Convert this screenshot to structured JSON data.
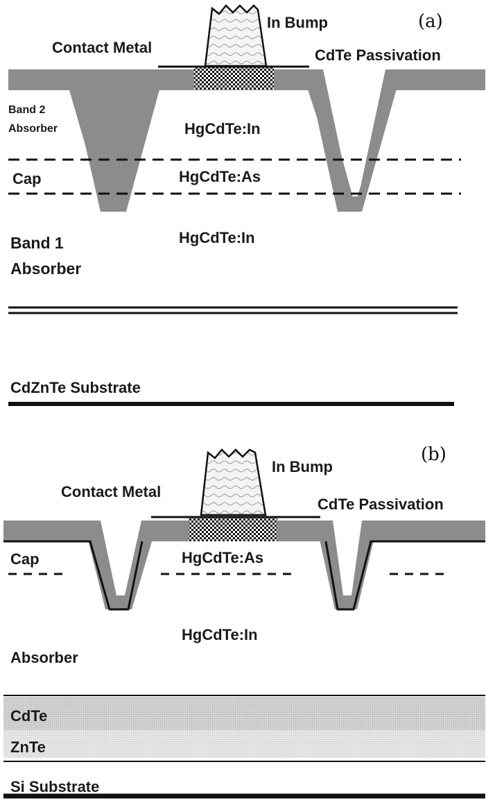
{
  "panel_a": {
    "tag": "(a)",
    "in_bump": "In Bump",
    "contact_metal": "Contact Metal",
    "passivation": "CdTe Passivation",
    "band2_line1": "Band 2",
    "band2_line2": "Absorber",
    "upper_layer": "HgCdTe:In",
    "cap": "Cap",
    "cap_layer": "HgCdTe:As",
    "band1_line1": "Band 1",
    "band1_line2": "Absorber",
    "lower_layer": "HgCdTe:In",
    "substrate": "CdZnTe Substrate"
  },
  "panel_b": {
    "tag": "(b)",
    "in_bump": "In Bump",
    "contact_metal": "Contact Metal",
    "passivation": "CdTe Passivation",
    "cap": "Cap",
    "cap_layer": "HgCdTe:As",
    "absorber_layer": "HgCdTe:In",
    "absorber": "Absorber",
    "buffer1": "CdTe",
    "buffer2": "ZnTe",
    "substrate": "Si Substrate"
  },
  "colors": {
    "passivation_gray": "#8c8c8c",
    "line_black": "#111111",
    "cdte_layer": "#c4c4c4",
    "znte_layer": "#dcdcdc"
  }
}
